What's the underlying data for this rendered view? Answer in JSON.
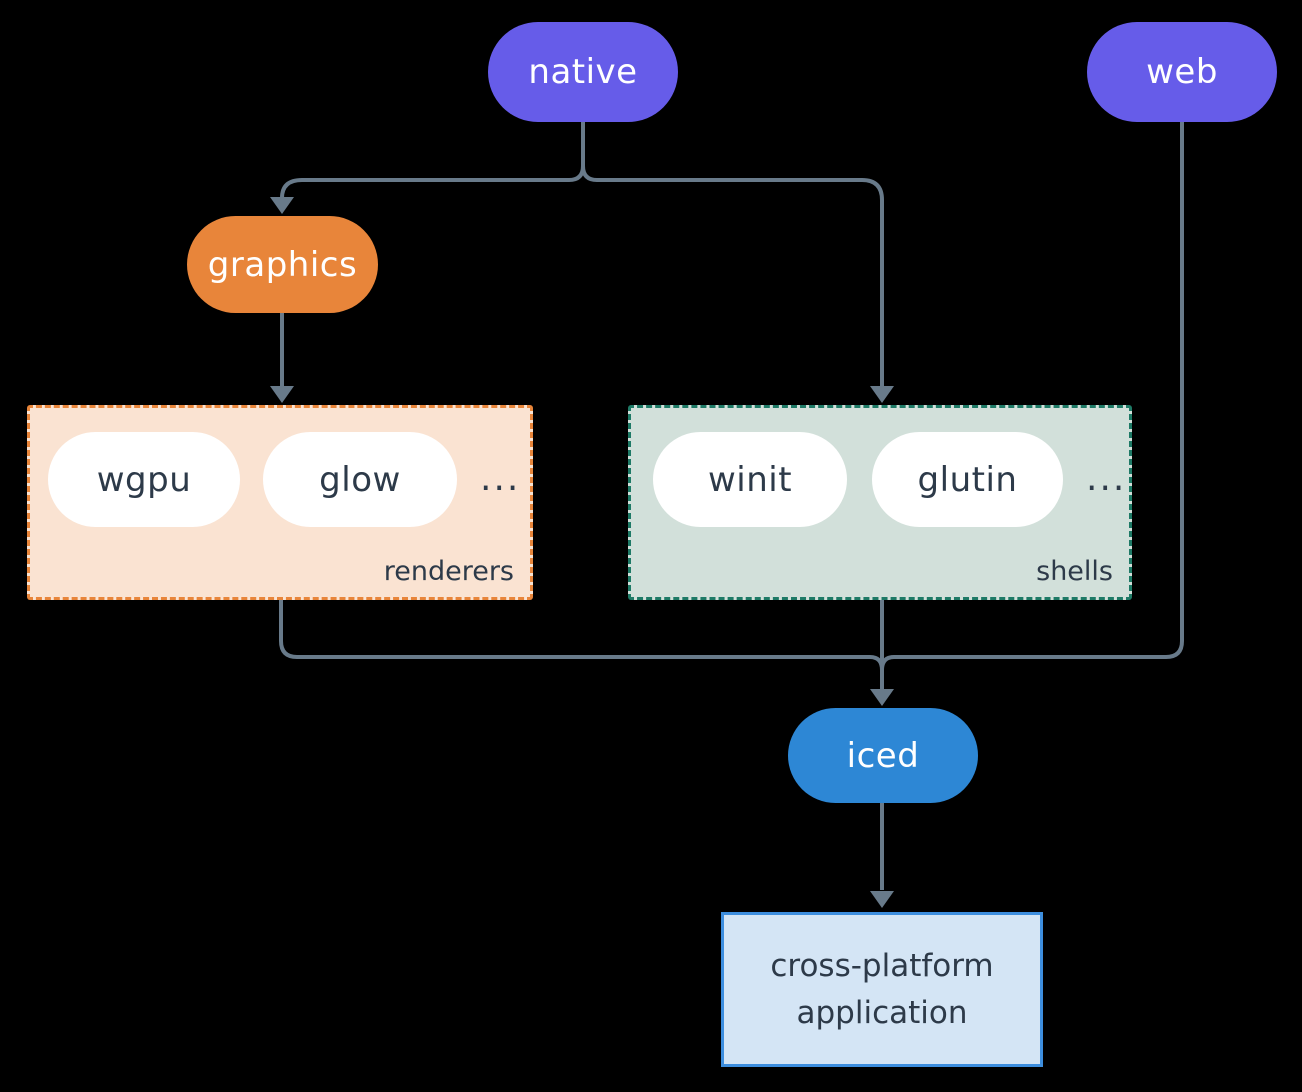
{
  "colors": {
    "background": "#000000",
    "connector": "#687a8a",
    "purple_node": "#665ce9",
    "orange_node": "#e8853a",
    "renderers_fill": "#fae3d2",
    "renderers_border": "#e8853a",
    "shells_fill": "#d2e0da",
    "shells_border": "#1e7a66",
    "iced_blue": "#2d87d5",
    "application_fill": "#d4e5f5",
    "application_border": "#3d8ede",
    "inner_pill_fill": "#ffffff",
    "dark_text": "#2d3a49",
    "light_text": "#ffffff"
  },
  "nodes": {
    "native": {
      "label": "native"
    },
    "web": {
      "label": "web"
    },
    "graphics": {
      "label": "graphics"
    },
    "iced": {
      "label": "iced"
    },
    "application": {
      "label": "cross-platform application"
    }
  },
  "groups": {
    "renderers": {
      "label": "renderers",
      "items": [
        {
          "label": "wgpu"
        },
        {
          "label": "glow"
        }
      ],
      "ellipsis": "..."
    },
    "shells": {
      "label": "shells",
      "items": [
        {
          "label": "winit"
        },
        {
          "label": "glutin"
        }
      ],
      "ellipsis": "..."
    }
  }
}
